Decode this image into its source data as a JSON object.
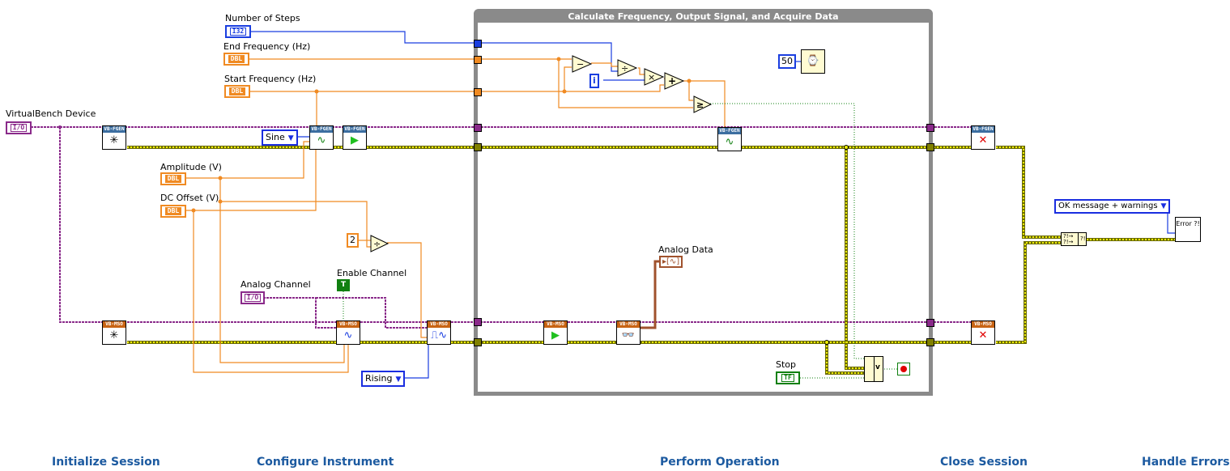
{
  "diagram": {
    "loop_title": "Calculate Frequency, Output Signal, and Acquire Data",
    "controls": {
      "virtualbench_device": {
        "label": "VirtualBench Device",
        "type": "I/O"
      },
      "number_of_steps": {
        "label": "Number of Steps",
        "type": "I32"
      },
      "end_frequency": {
        "label": "End Frequency (Hz)",
        "type": "DBL"
      },
      "start_frequency": {
        "label": "Start Frequency (Hz)",
        "type": "DBL"
      },
      "amplitude": {
        "label": "Amplitude (V)",
        "type": "DBL"
      },
      "dc_offset": {
        "label": "DC Offset (V)",
        "type": "DBL"
      },
      "analog_channel": {
        "label": "Analog Channel",
        "type": "I/O"
      },
      "enable_channel": {
        "label": "Enable Channel",
        "value": "T"
      },
      "stop": {
        "label": "Stop",
        "type": "TF"
      }
    },
    "indicators": {
      "analog_data": {
        "label": "Analog Data"
      }
    },
    "rings": {
      "waveform": "Sine",
      "trigger_edge": "Rising",
      "error_dialog": "OK message + warnings"
    },
    "constants": {
      "divisor": "2",
      "wait_ms": "50",
      "iteration": "i"
    },
    "vi_headers": {
      "fgen": "VB-FGEN",
      "mso": "VB-MSO"
    },
    "operators": {
      "subtract": "−",
      "divide": "÷",
      "multiply": "×",
      "add": "+",
      "greater_equal": "≥",
      "or": "v"
    },
    "error_handler": "Error ?!",
    "sections": [
      "Initialize Session",
      "Configure Instrument",
      "Perform Operation",
      "Close Session",
      "Handle Errors"
    ]
  },
  "colors": {
    "numeric_dbl": "#f08a22",
    "integer": "#1a3ee0",
    "refnum": "#8a2a8a",
    "error_cluster": "#c8c800",
    "boolean": "#108010",
    "waveform": "#a0522d",
    "section_label": "#1c5aa0",
    "loop_frame": "#8a8a8a"
  }
}
